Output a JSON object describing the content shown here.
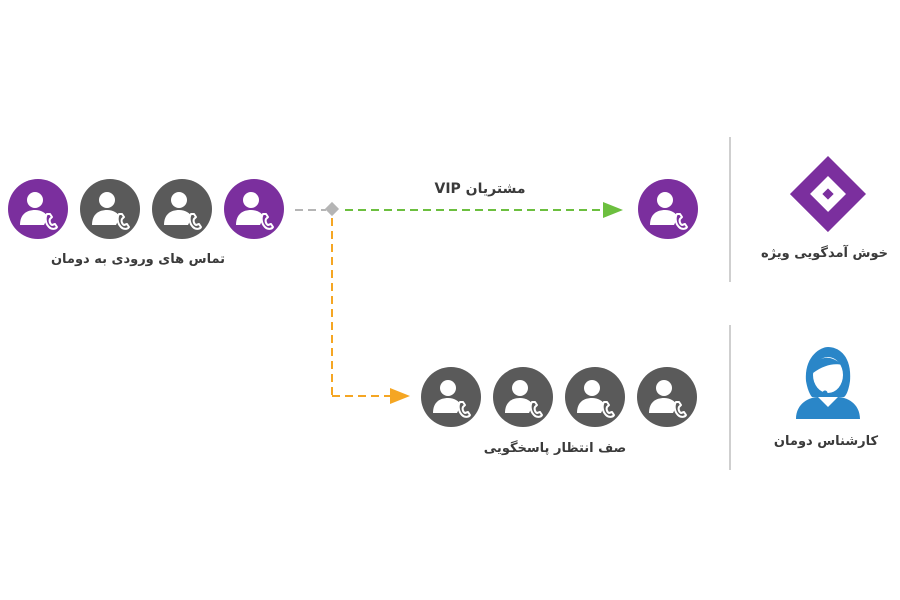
{
  "colors": {
    "purple": "#7b2f9e",
    "gray": "#5a5a5a",
    "green": "#6cbf3f",
    "orange": "#f5a623",
    "connector_gray": "#b5b5b5",
    "agent_blue": "#2a86c8"
  },
  "incoming": {
    "label": "تماس های ورودی به دومان",
    "callers": [
      "purple",
      "gray",
      "gray",
      "purple"
    ]
  },
  "vip": {
    "label": "مشتریان VIP",
    "caller": "purple"
  },
  "queue": {
    "label": "صف انتظار پاسخگویی",
    "callers": [
      "gray",
      "gray",
      "gray",
      "gray"
    ]
  },
  "welcome": {
    "label": "خوش آمدگویی ویژه",
    "icon": "logo-icon"
  },
  "agent": {
    "label": "کارشناس دومان",
    "icon": "headset-agent-icon"
  }
}
